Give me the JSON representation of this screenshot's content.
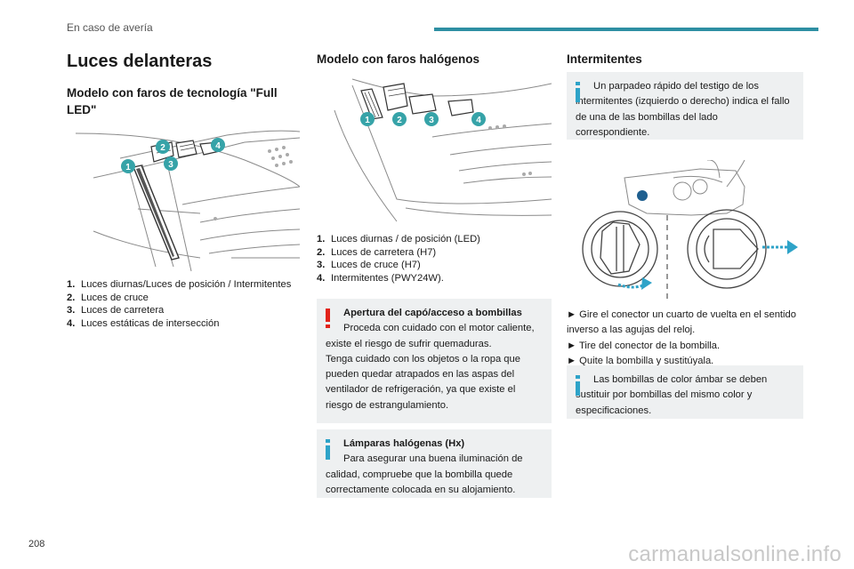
{
  "header": {
    "section": "En caso de avería"
  },
  "page_number": "208",
  "watermark": "carmanualsonline.info",
  "col1": {
    "title": "Luces delanteras",
    "subtitle": "Modelo con faros de tecnología \"Full LED\"",
    "figure_callouts": [
      "1",
      "2",
      "3",
      "4"
    ],
    "items": [
      {
        "num": "1.",
        "text": "Luces diurnas/Luces de posición / Intermitentes"
      },
      {
        "num": "2.",
        "text": "Luces de cruce"
      },
      {
        "num": "3.",
        "text": "Luces de carretera"
      },
      {
        "num": "4.",
        "text": "Luces estáticas de intersección"
      }
    ]
  },
  "col2": {
    "subtitle": "Modelo con faros halógenos",
    "figure_callouts": [
      "1",
      "2",
      "3",
      "4"
    ],
    "items": [
      {
        "num": "1.",
        "text": "Luces diurnas / de posición (LED)"
      },
      {
        "num": "2.",
        "text": "Luces de carretera (H7)"
      },
      {
        "num": "3.",
        "text": "Luces de cruce (H7)"
      },
      {
        "num": "4.",
        "text": "Intermitentes (PWY24W)."
      }
    ],
    "warning": {
      "title": "Apertura del capó/acceso a bombillas",
      "text1": "Proceda con cuidado con el motor caliente, existe el riesgo de sufrir quemaduras.",
      "text2": "Tenga cuidado con los objetos o la ropa que pueden quedar atrapados en las aspas del ventilador de refrigeración, ya que existe el riesgo de estrangulamiento."
    },
    "info": {
      "title": "Lámparas halógenas (Hx)",
      "text": "Para asegurar una buena iluminación de calidad, compruebe que la bombilla quede correctamente colocada en su alojamiento."
    }
  },
  "col3": {
    "subtitle": "Intermitentes",
    "info1": "Un parpadeo rápido del testigo de los intermitentes (izquierdo o derecho) indica el fallo de una de las bombillas del lado correspondiente.",
    "steps": [
      "► Gire el conector un cuarto de vuelta en el sentido inverso a las agujas del reloj.",
      "► Tire del conector de la bombilla.",
      "► Quite la bombilla y sustitúyala."
    ],
    "info2": "Las bombillas de color ámbar se deben sustituir por bombillas del mismo color y especificaciones."
  },
  "colors": {
    "accent": "#2e8fa3",
    "callout": "#36a3a8",
    "warning": "#e2231a",
    "info": "#2ea3c8",
    "box_bg": "#eef0f1"
  }
}
